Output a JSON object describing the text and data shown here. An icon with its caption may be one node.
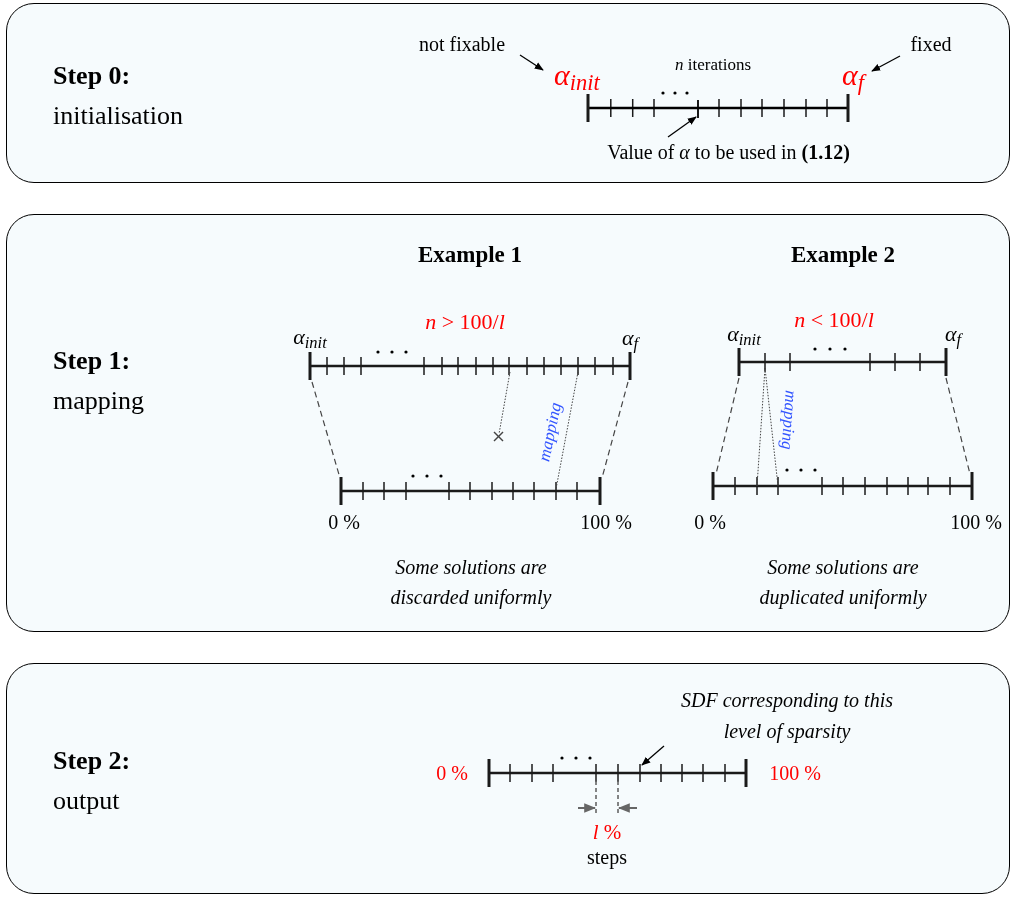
{
  "diagram": {
    "nodes": [
      {
        "text": [
          "Step 0:",
          "initialisation"
        ]
      },
      {
        "text": [
          "not fixable"
        ],
        "in": 0
      },
      {
        "text": [
          "α$_{init}$"
        ],
        "in": 0
      },
      {
        "text": [
          "fixed"
        ],
        "in": 0
      },
      {
        "text": [
          "α$_{f}$"
        ],
        "in": 0
      },
      {
        "text": [
          "Value of *α* to be used in **(1.12)**"
        ],
        "in": 0
      },
      {
        "text": [
          "Step 1:",
          "mapping"
        ]
      },
      {
        "text": [
          "Step 2:",
          "output"
        ]
      },
      {
        "text": [
          "SDF corresponding to this level of sparsity"
        ],
        "in": 7
      },
      {
        "text": [],
        "shape": "bar",
        "in": 0
      }
    ],
    "edges": [
      {
        "from": 1,
        "to": 2,
        "arrow": "to"
      },
      {
        "from": 3,
        "to": 4,
        "arrow": "to"
      },
      {
        "from": 5,
        "to": 9,
        "arrow": "to"
      },
      {
        "from": 8,
        "to": null,
        "arrow": "to"
      },
      {
        "from": 2,
        "to": 4,
        "arrow": "other"
      }
    ],
    "labels": [
      "*n* iterations",
      "Example 1",
      "Example 2",
      "*n* > 100/*l*",
      "α$_{init}$",
      "α$_{f}$",
      "*n* < 100/*l*",
      "α$_{init}$",
      "α$_{f}$",
      "mapping",
      "mapping",
      "0 %",
      "100 %",
      "0 %",
      "100 %",
      "Some solutions are discarded uniformly",
      "Some solutions are duplicated uniformly",
      "0 %",
      "100 %",
      "*l* %",
      "steps"
    ]
  }
}
